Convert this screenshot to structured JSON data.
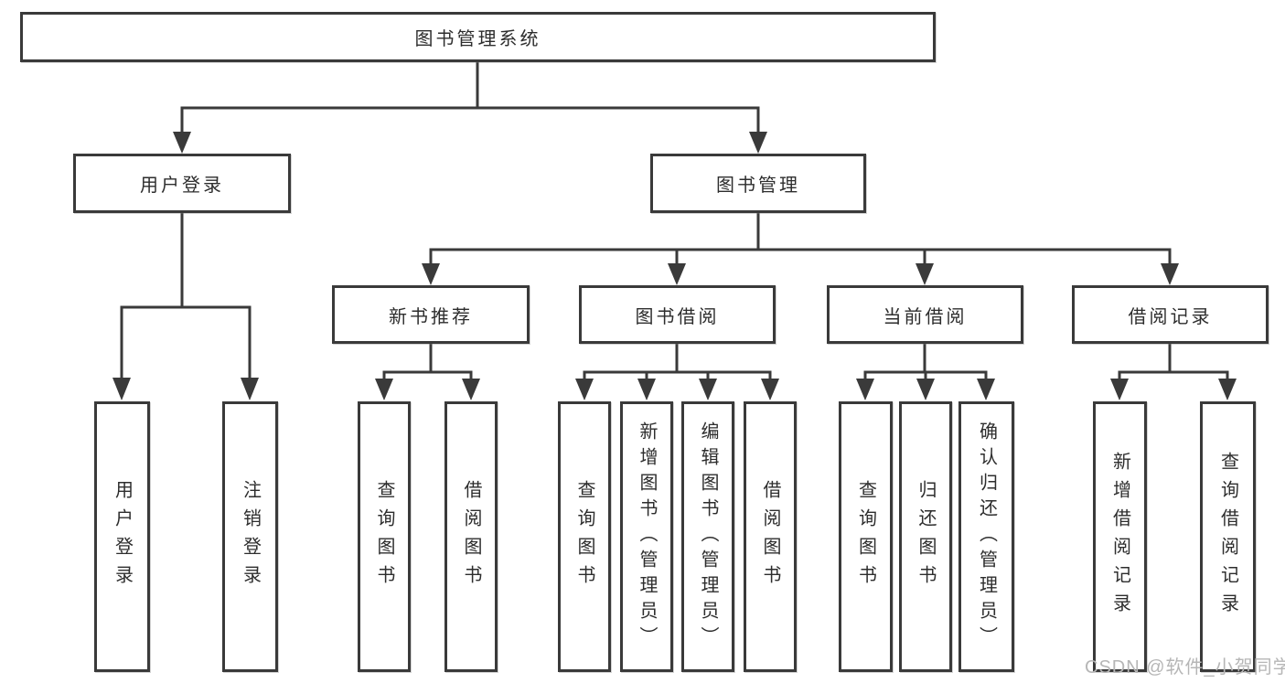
{
  "diagram": {
    "root": {
      "label": "图书管理系统"
    },
    "branches": {
      "user_login": {
        "label": "用户登录",
        "children": [
          {
            "label": "用户登录"
          },
          {
            "label": "注销登录"
          }
        ]
      },
      "book_mgmt": {
        "label": "图书管理",
        "sections": {
          "new_book_rec": {
            "label": "新书推荐",
            "children": [
              {
                "label": "查询图书"
              },
              {
                "label": "借阅图书"
              }
            ]
          },
          "book_borrow": {
            "label": "图书借阅",
            "children": [
              {
                "label": "查询图书"
              },
              {
                "label": "新增图书（管理员）"
              },
              {
                "label": "编辑图书（管理员）"
              },
              {
                "label": "借阅图书"
              }
            ]
          },
          "current_borrow": {
            "label": "当前借阅",
            "children": [
              {
                "label": "查询图书"
              },
              {
                "label": "归还图书"
              },
              {
                "label": "确认归还（管理员）"
              }
            ]
          },
          "borrow_records": {
            "label": "借阅记录",
            "children": [
              {
                "label": "新增借阅记录"
              },
              {
                "label": "查询借阅记录"
              }
            ]
          }
        }
      }
    }
  },
  "watermark": {
    "text": "CSDN @软件_小贺同学"
  },
  "colors": {
    "line": "#3a3a3a",
    "box_border": "#3a3a3a",
    "box_fill": "#ffffff",
    "text": "#2d2d2d",
    "watermark": "#b6b6b6"
  }
}
